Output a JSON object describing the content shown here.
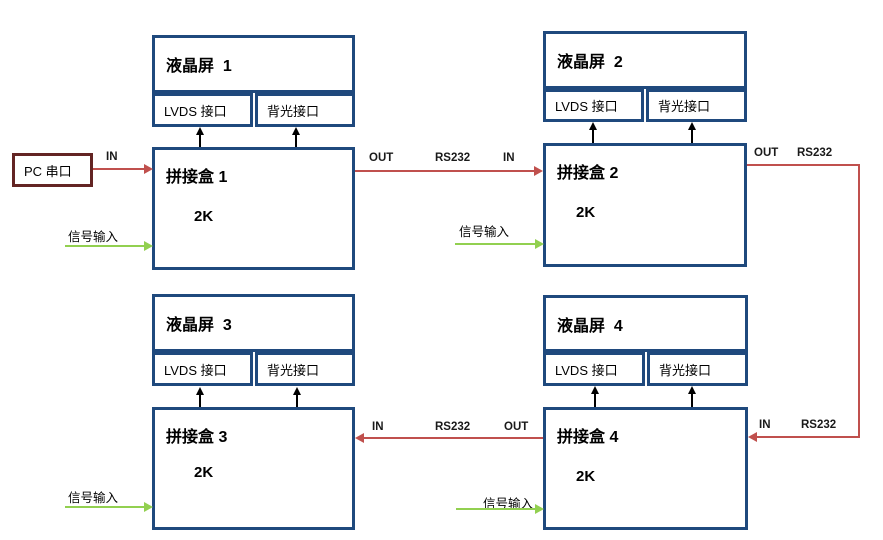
{
  "diagram_title": "LCD splicing video-wall RS232 daisy-chain diagram",
  "colors": {
    "box_border_blue": "#1F497D",
    "pc_box_border_maroon": "#632423",
    "rs232_line_red": "#C0504D",
    "signal_arrow_green": "#92D050",
    "black_arrow": "#000000"
  },
  "pc_box": {
    "label": "PC 串口"
  },
  "io": {
    "in": "IN",
    "out": "OUT",
    "rs232": "RS232"
  },
  "signal_label": "信号输入",
  "units": [
    {
      "screen": "液晶屏  1",
      "lvds": "LVDS 接口",
      "backlight": "背光接口",
      "box": "拼接盒 1",
      "res": "2K"
    },
    {
      "screen": "液晶屏  2",
      "lvds": "LVDS 接口",
      "backlight": "背光接口",
      "box": "拼接盒 2",
      "res": "2K"
    },
    {
      "screen": "液晶屏  3",
      "lvds": "LVDS 接口",
      "backlight": "背光接口",
      "box": "拼接盒 3",
      "res": "2K"
    },
    {
      "screen": "液晶屏  4",
      "lvds": "LVDS 接口",
      "backlight": "背光接口",
      "box": "拼接盒 4",
      "res": "2K"
    }
  ]
}
